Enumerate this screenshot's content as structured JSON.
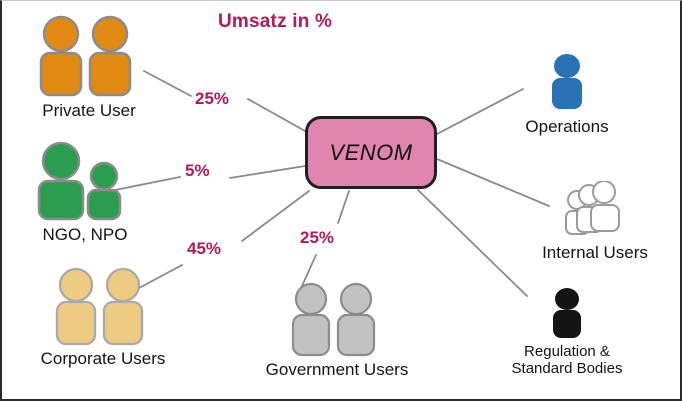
{
  "title": "Umsatz in %",
  "center": {
    "label": "VENOM",
    "fill": "#e085ad",
    "stroke": "#231f20"
  },
  "accent_color": "#b4195c",
  "chart_data": {
    "type": "pie",
    "title": "Umsatz in %",
    "categories": [
      "Private User",
      "NGO, NPO",
      "Corporate Users",
      "Government Users"
    ],
    "values": [
      25,
      5,
      45,
      25
    ],
    "unit": "%",
    "center_node": "VENOM",
    "unlabeled_nodes": [
      "Operations",
      "Internal Users",
      "Regulation & Standard Bodies"
    ],
    "legend": "none"
  },
  "percentages": {
    "private_user": "25%",
    "ngo_npo": "5%",
    "corporate_users": "45%",
    "government_users": "25%"
  },
  "nodes": [
    {
      "id": "private-user",
      "label": "Private User",
      "icon": "two-person-icon",
      "color": "#e08a14",
      "stroke": "#8c8c8c"
    },
    {
      "id": "ngo-npo",
      "label": "NGO, NPO",
      "icon": "adult-child-icon",
      "color": "#2a9d4e",
      "stroke": "#8c8c8c"
    },
    {
      "id": "corporate-users",
      "label": "Corporate Users",
      "icon": "two-person-icon",
      "color": "#eecb82",
      "stroke": "#aaaaaa"
    },
    {
      "id": "government-users",
      "label": "Government Users",
      "icon": "two-person-icon",
      "color": "#c2c2c2",
      "stroke": "#8c8c8c"
    },
    {
      "id": "operations",
      "label": "Operations",
      "icon": "single-person-icon",
      "color": "#2a72b5",
      "stroke": "#2a72b5"
    },
    {
      "id": "internal-users",
      "label": "Internal Users",
      "icon": "three-person-outline-icon",
      "color": "#ffffff",
      "stroke": "#9a9a9a"
    },
    {
      "id": "regulation-standard-bodies",
      "label": "Regulation & Standard Bodies",
      "label_line1": "Regulation &",
      "label_line2": "Standard Bodies",
      "icon": "single-person-icon",
      "color": "#141414",
      "stroke": "#141414"
    }
  ],
  "connectors": {
    "color": "#8a8a8a",
    "count": 7
  }
}
